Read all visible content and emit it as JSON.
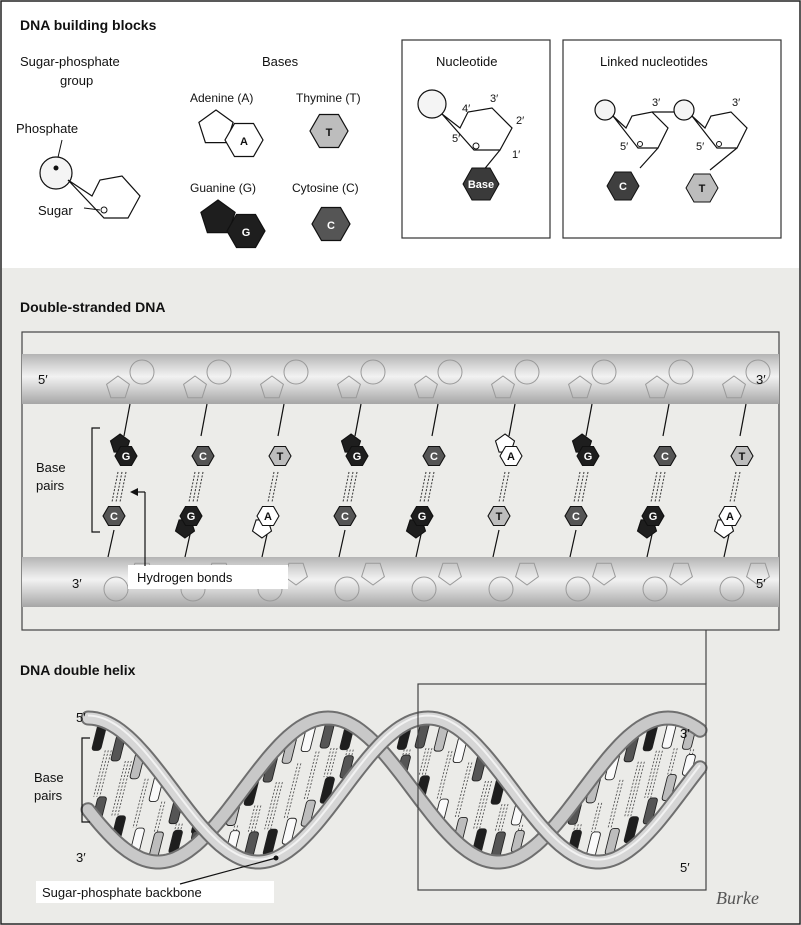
{
  "building_blocks": {
    "title": "DNA building blocks",
    "sugar_phosphate": {
      "heading_line1": "Sugar-phosphate",
      "heading_line2": "group",
      "phosphate_label": "Phosphate",
      "sugar_label": "Sugar"
    },
    "bases": {
      "heading": "Bases",
      "adenine": "Adenine (A)",
      "thymine": "Thymine (T)",
      "guanine": "Guanine (G)",
      "cytosine": "Cytosine (C)",
      "a": "A",
      "t": "T",
      "g": "G",
      "c": "C"
    },
    "nucleotide": {
      "heading": "Nucleotide",
      "base_label": "Base",
      "p1": "1′",
      "p2": "2′",
      "p3": "3′",
      "p4": "4′",
      "p5": "5′"
    },
    "linked": {
      "heading": "Linked nucleotides",
      "p3a": "3′",
      "p5a": "5′",
      "p3b": "3′",
      "p5b": "5′",
      "c": "C",
      "t": "T"
    }
  },
  "double_stranded": {
    "title": "Double-stranded DNA",
    "top_left": "5′",
    "top_right": "3′",
    "bottom_left": "3′",
    "bottom_right": "5′",
    "base_pairs_line1": "Base",
    "base_pairs_line2": "pairs",
    "hydrogen_bonds": "Hydrogen bonds",
    "pairs": [
      {
        "top": "G",
        "bottom": "C"
      },
      {
        "top": "C",
        "bottom": "G"
      },
      {
        "top": "T",
        "bottom": "A"
      },
      {
        "top": "G",
        "bottom": "C"
      },
      {
        "top": "C",
        "bottom": "G"
      },
      {
        "top": "A",
        "bottom": "T"
      },
      {
        "top": "G",
        "bottom": "C"
      },
      {
        "top": "C",
        "bottom": "G"
      },
      {
        "top": "T",
        "bottom": "A"
      }
    ]
  },
  "helix": {
    "title": "DNA double helix",
    "left_top": "5′",
    "left_bottom": "3′",
    "right_top": "3′",
    "right_bottom": "5′",
    "base_pairs_line1": "Base",
    "base_pairs_line2": "pairs",
    "backbone": "Sugar-phosphate backbone",
    "signature": "Burke"
  },
  "colors": {
    "G": "#1e1e1e",
    "C": "#555555",
    "T": "#bdbdbd",
    "A": "#ffffff",
    "backbone": "#c9c9c9",
    "panel_bg": "#ebebe8"
  }
}
